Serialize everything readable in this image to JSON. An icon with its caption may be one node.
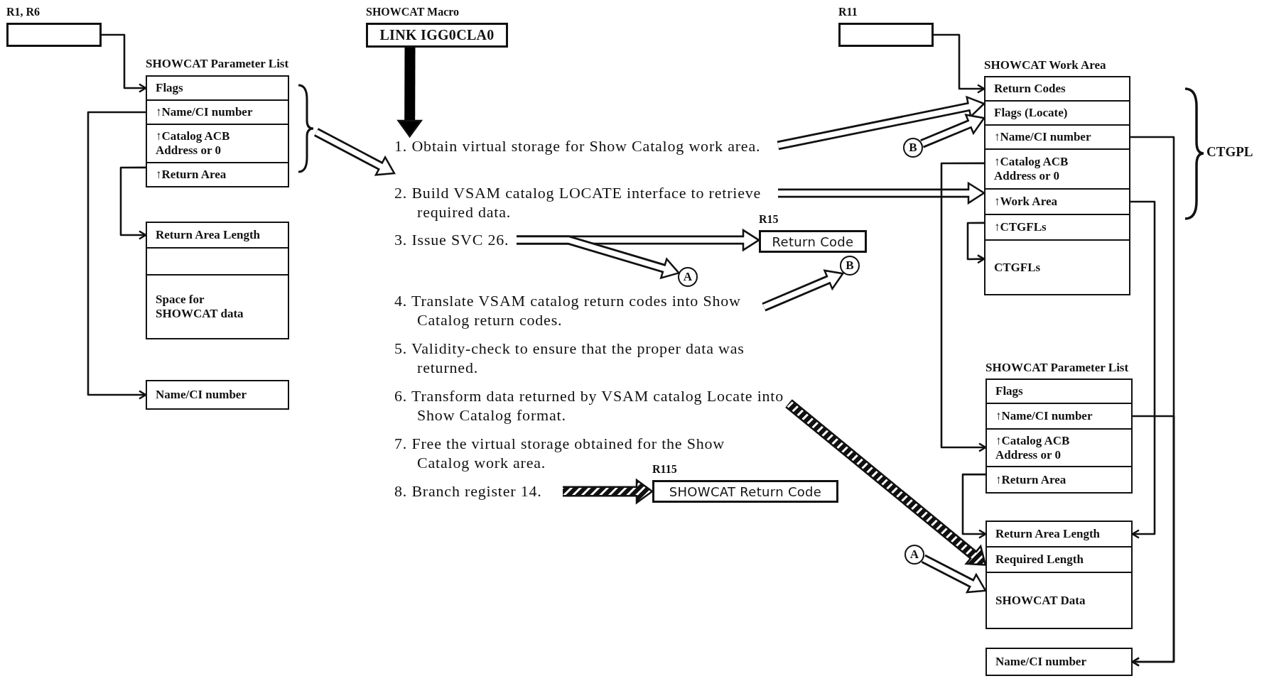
{
  "diagram": {
    "nodes": [
      {
        "text": [
          "R1, R6"
        ]
      },
      {
        "text": [
          "SHOWCAT Parameter List"
        ]
      },
      {
        "text": [
          "Flags"
        ],
        "in": 1
      },
      {
        "text": [
          "↑Name/CI number"
        ],
        "in": 1
      },
      {
        "text": [
          "↑Catalog ACB Address or 0"
        ],
        "in": 1
      },
      {
        "text": [
          "↑Return Area"
        ],
        "in": 1
      },
      {
        "text": [],
        "shape": "box"
      },
      {
        "text": [
          "Return Area Length"
        ],
        "in": 6
      },
      {
        "text": [],
        "shape": "box",
        "in": 6
      },
      {
        "text": [
          "Space for SHOWCAT data"
        ],
        "in": 6
      },
      {
        "text": [
          "Name/CI number"
        ]
      },
      {
        "text": [
          "SHOWCAT Macro",
          "LINK IGG0CLA0"
        ]
      },
      {
        "text": [
          "1. Obtain virtual storage for Show Catalog work area."
        ]
      },
      {
        "text": [
          "2. Build VSAM catalog LOCATE interface to retrieve required data."
        ]
      },
      {
        "text": [
          "3. Issue SVC 26."
        ]
      },
      {
        "text": [
          "4. Translate VSAM catalog return codes into Show Catalog return codes."
        ]
      },
      {
        "text": [
          "5. Validity-check to ensure that the proper data was returned."
        ]
      },
      {
        "text": [
          "6. Transform data returned by VSAM catalog Locate into Show Catalog format."
        ]
      },
      {
        "text": [
          "7. Free the virtual storage obtained for the Show Catalog work area."
        ]
      },
      {
        "text": [
          "8. Branch register 14."
        ]
      },
      {
        "text": [
          "R15",
          "Return Code"
        ]
      },
      {
        "text": [
          "A"
        ]
      },
      {
        "text": [
          "B"
        ]
      },
      {
        "text": [
          "R115",
          "SHOWCAT Return Code"
        ]
      },
      {
        "text": [
          "R11"
        ]
      },
      {
        "text": [
          "SHOWCAT Work Area"
        ]
      },
      {
        "text": [
          "Return Codes"
        ],
        "in": 25
      },
      {
        "text": [
          "Flags (Locate)"
        ],
        "in": 25
      },
      {
        "text": [
          "↑Name/CI number"
        ],
        "in": 25
      },
      {
        "text": [
          "↑Catalog ACB Address or 0"
        ],
        "in": 25
      },
      {
        "text": [
          "↑Work Area"
        ],
        "in": 25
      },
      {
        "text": [
          "↑CTGFLs"
        ],
        "in": 25
      },
      {
        "text": [
          "CTGFLs"
        ],
        "in": 25
      },
      {
        "text": [
          "B"
        ]
      },
      {
        "text": [
          "SHOWCAT Parameter List"
        ]
      },
      {
        "text": [
          "Flags"
        ],
        "in": 34
      },
      {
        "text": [
          "↑Name/CI number"
        ],
        "in": 34
      },
      {
        "text": [
          "↑Catalog ACB Address or 0"
        ],
        "in": 34
      },
      {
        "text": [
          "↑Return Area"
        ],
        "in": 34
      },
      {
        "text": [],
        "shape": "box"
      },
      {
        "text": [
          "Return Area Length"
        ],
        "in": 39
      },
      {
        "text": [
          "Required Length"
        ],
        "in": 39
      },
      {
        "text": [
          "SHOWCAT Data"
        ],
        "in": 39
      },
      {
        "text": [
          "A"
        ]
      },
      {
        "text": [
          "Name/CI number"
        ]
      }
    ],
    "edges": [
      {
        "from": 0,
        "to": 2,
        "arrow": "to"
      },
      {
        "from": 3,
        "to": 10,
        "arrow": "to"
      },
      {
        "from": 5,
        "to": 7,
        "arrow": "to"
      },
      {
        "from": 1,
        "to": 12,
        "arrow": "to",
        "style": "thick",
        "color": "#ffffff"
      },
      {
        "from": 11,
        "to": 12,
        "arrow": "to",
        "style": "thick",
        "color": "#000000"
      },
      {
        "from": 12,
        "to": 27,
        "arrow": "to",
        "style": "thick",
        "color": "#ffffff"
      },
      {
        "from": 13,
        "to": 30,
        "arrow": "to",
        "style": "thick",
        "color": "#ffffff"
      },
      {
        "from": 14,
        "to": 20,
        "arrow": "to",
        "style": "thick",
        "color": "#ffffff"
      },
      {
        "from": 14,
        "to": 21,
        "arrow": "to",
        "style": "thick",
        "color": "#ffffff"
      },
      {
        "from": 15,
        "to": 22,
        "arrow": "to",
        "style": "thick",
        "color": "#ffffff"
      },
      {
        "from": 33,
        "to": 27,
        "arrow": "to",
        "style": "thick",
        "color": "#ffffff"
      },
      {
        "from": 43,
        "to": 42,
        "arrow": "to",
        "style": "thick",
        "color": "#ffffff"
      },
      {
        "from": 17,
        "to": 41,
        "arrow": "to",
        "style": "dashed"
      },
      {
        "from": 19,
        "to": 23,
        "arrow": "to",
        "style": "dashed"
      },
      {
        "from": 24,
        "to": 26,
        "arrow": "to"
      },
      {
        "from": 28,
        "to": 44,
        "arrow": "to"
      },
      {
        "from": 36,
        "to": 44,
        "arrow": "to"
      },
      {
        "from": 29,
        "to": 37,
        "arrow": "to"
      },
      {
        "from": 30,
        "to": 40,
        "arrow": "to"
      },
      {
        "from": 31,
        "to": 32,
        "arrow": "to"
      },
      {
        "from": 38,
        "to": 40,
        "arrow": "to"
      }
    ],
    "labels": [
      "CTGPL"
    ]
  }
}
